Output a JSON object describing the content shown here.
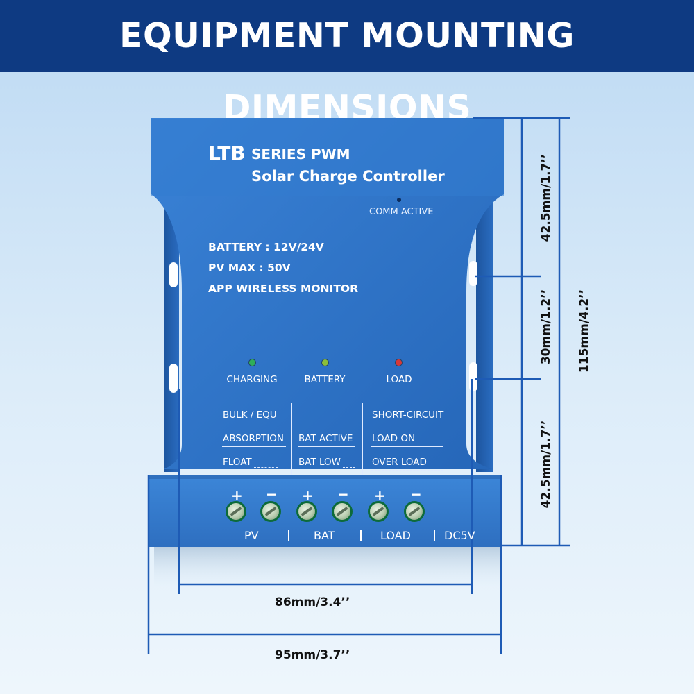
{
  "header": {
    "title": "EQUIPMENT MOUNTING DIMENSIONS"
  },
  "device": {
    "brand": "LTB",
    "series": "SERIES PWM",
    "product": "Solar Charge Controller",
    "comm_label": "COMM ACTIVE",
    "specs": [
      "BATTERY : 12V/24V",
      "PV MAX : 50V",
      "APP WIRELESS MONITOR"
    ],
    "indicators": [
      {
        "label": "CHARGING",
        "color": "#2fae5a"
      },
      {
        "label": "BATTERY",
        "color": "#8bbf3a"
      },
      {
        "label": "LOAD",
        "color": "#d63838"
      }
    ],
    "status": {
      "charging": [
        "BULK / EQU",
        "ABSORPTION",
        "FLOAT"
      ],
      "battery": [
        "BAT ACTIVE",
        "BAT LOW"
      ],
      "load": [
        "SHORT-CIRCUIT",
        "LOAD ON",
        "OVER LOAD"
      ]
    },
    "terminal_signs": [
      "+",
      "−",
      "+",
      "−",
      "+",
      "−"
    ],
    "terminal_groups": [
      "PV",
      "BAT",
      "LOAD",
      "DC5V"
    ]
  },
  "dimensions": {
    "width_inner": "86mm/3.4’’",
    "width_outer": "95mm/3.7’’",
    "height_total": "115mm/4.2’’",
    "height_top": "42.5mm/1.7’’",
    "height_mid": "30mm/1.2’’",
    "height_bottom": "42.5mm/1.7’’"
  },
  "colors": {
    "banner": "#0e3a82",
    "device_body": "#2f74c8",
    "dimension_line": "#1e5bb5"
  }
}
